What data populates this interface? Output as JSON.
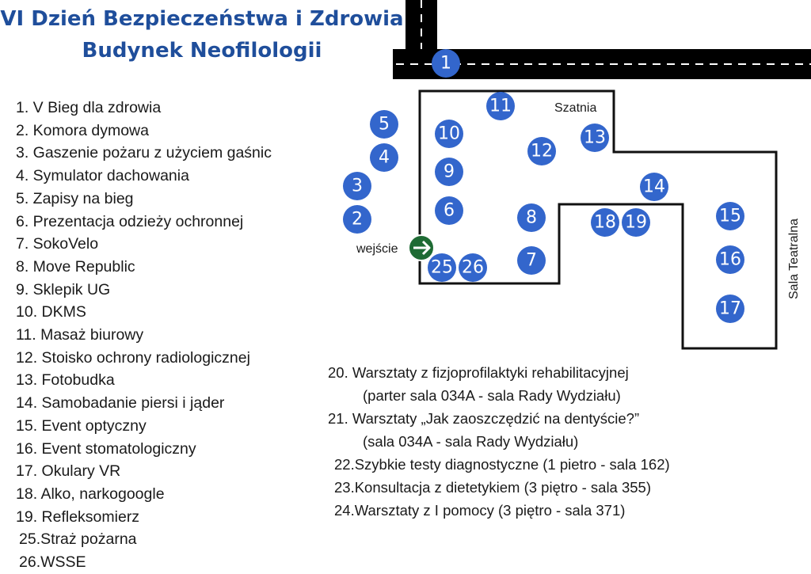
{
  "title": {
    "line1": "VI Dzień Bezpieczeństwa i Zdrowia",
    "line2": "Budynek Neofilologii"
  },
  "colors": {
    "title": "#1f4e9b",
    "badge": "#3366cc",
    "road": "#000000",
    "entrance": "#1e6b34"
  },
  "legend": [
    "1. V Bieg dla zdrowia",
    "2. Komora dymowa",
    "3. Gaszenie pożaru z użyciem gaśnic",
    "4. Symulator dachowania",
    "5. Zapisy na bieg",
    "6. Prezentacja odzieży ochronnej",
    "7. SokoVelo",
    "8. Move Republic",
    "9. Sklepik UG",
    "10. DKMS",
    "11. Masaż biurowy",
    "12. Stoisko ochrony radiologicznej",
    "13. Fotobudka",
    "14. Samobadanie piersi i jąder",
    "15. Event optyczny",
    "16. Event stomatologiczny",
    "17. Okulary VR",
    "18. Alko, narkogoogle",
    "19. Refleksomierz",
    "25.Straż pożarna",
    "26.WSSE"
  ],
  "extras": [
    {
      "main": "20. Warsztaty z fizjoprofilaktyki rehabilitacyjnej",
      "sub": "(parter  sala 034A - sala Rady Wydziału)"
    },
    {
      "main": "21.  Warsztaty „Jak zaoszczędzić na dentyście?”",
      "sub": "(sala 034A - sala Rady Wydziału)"
    },
    {
      "main": "22.Szybkie testy diagnostyczne (1 pietro - sala 162)",
      "sub": ""
    },
    {
      "main": "23.Konsultacja z dietetykiem (3 piętro - sala 355)",
      "sub": ""
    },
    {
      "main": "24.Warsztaty z I pomocy (3 piętro - sala 371)",
      "sub": ""
    }
  ],
  "map_labels": {
    "cloakroom": "Szatnia",
    "entrance": "wejście",
    "theatre_hall": "Sala Teatralna"
  },
  "badges": [
    "1",
    "2",
    "3",
    "4",
    "5",
    "6",
    "7",
    "8",
    "9",
    "10",
    "11",
    "12",
    "13",
    "14",
    "15",
    "16",
    "17",
    "18",
    "19",
    "25",
    "26"
  ],
  "entrance_icon": "arrow-right-icon"
}
